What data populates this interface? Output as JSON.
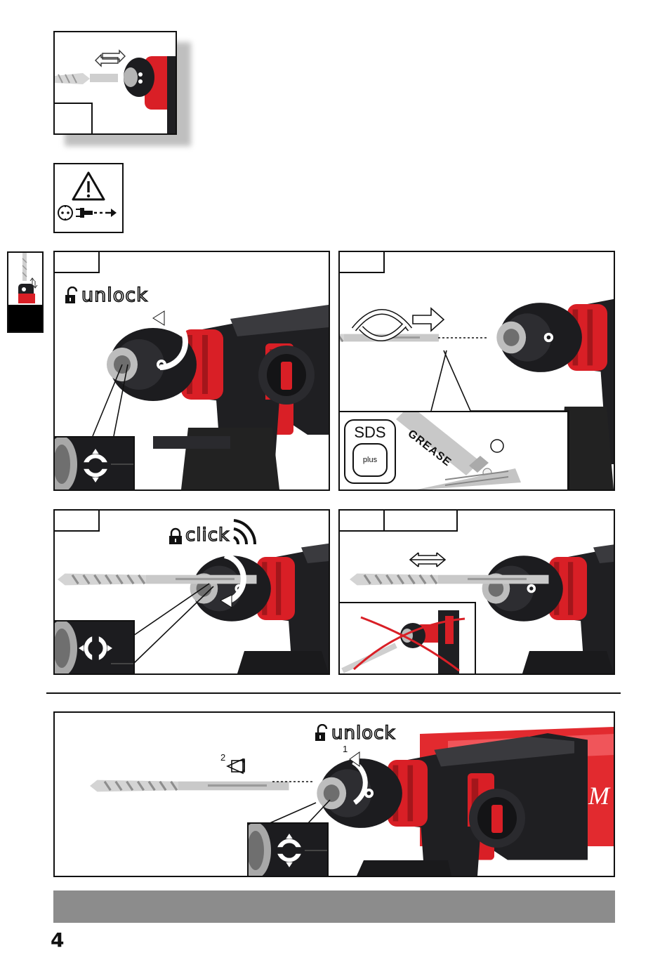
{
  "labels": {
    "unlock": "unlock",
    "click": "click",
    "grease": "GREASE",
    "sds": "SDS",
    "plus": "plus",
    "step1": "1",
    "step2": "2"
  },
  "footer": {
    "page_number": "4"
  },
  "colors": {
    "brand_red": "#d91f26",
    "tool_black": "#1f1f22",
    "band_gray": "#8c8c8c"
  },
  "icons": {
    "warning": "warning-triangle-icon",
    "unplug": "unplug-icon",
    "lock_open": "padlock-open-icon",
    "lock_closed": "padlock-closed-icon",
    "sound": "click-sound-icon"
  }
}
